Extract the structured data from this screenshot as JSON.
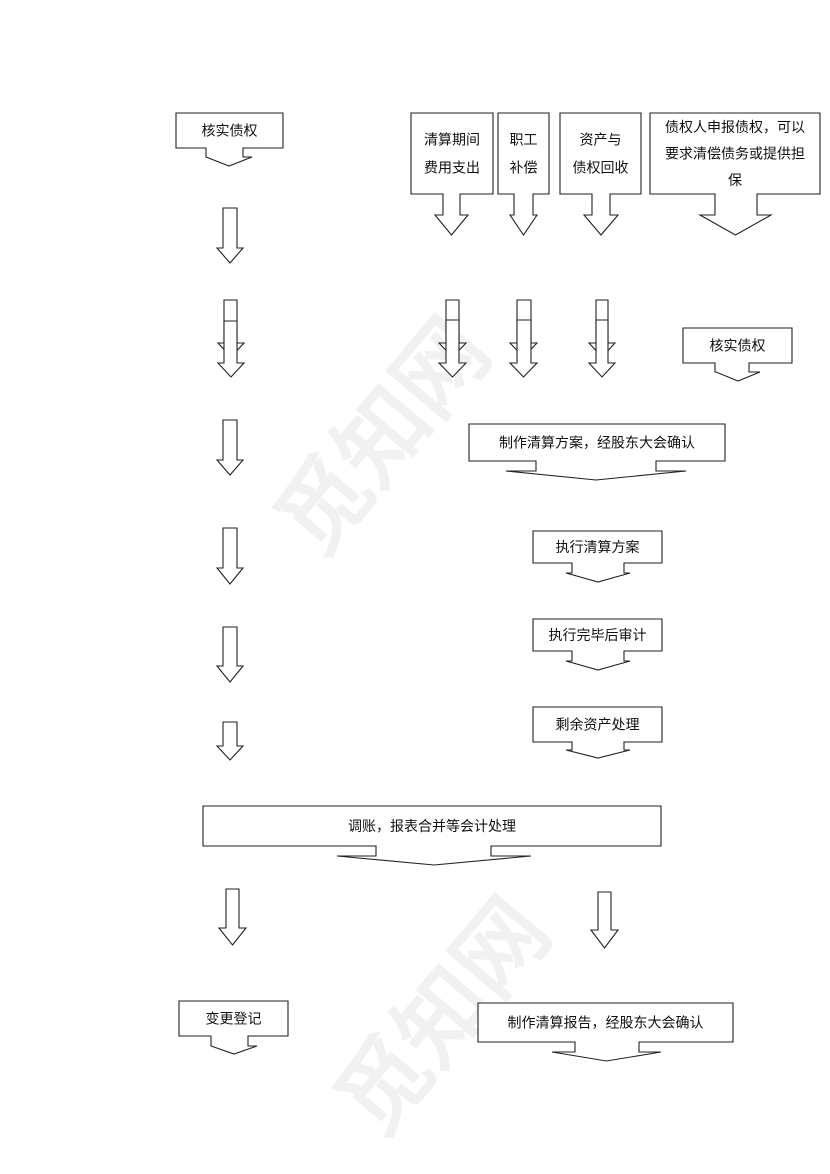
{
  "watermark": "觅知网",
  "colors": {
    "stroke": "#222222",
    "fill": "#ffffff",
    "text": "#111111"
  },
  "nodes": {
    "verify_left": [
      "核实债权"
    ],
    "expense": [
      "清算期间",
      "费用支出"
    ],
    "staff": [
      "职工",
      "补偿"
    ],
    "assets": [
      "资产与",
      "债权回收"
    ],
    "creditor": [
      "债权人申报债权，可以",
      "要求清偿债务或提供担",
      "保"
    ],
    "verify_right": [
      "核实债权"
    ],
    "plan": [
      "制作清算方案，经股东大会确认"
    ],
    "execute": [
      "执行清算方案"
    ],
    "audit": [
      "执行完毕后审计"
    ],
    "remaining": [
      "剩余资产处理"
    ],
    "accounting": [
      "调账，报表合并等会计处理"
    ],
    "registration": [
      "变更登记"
    ],
    "report": [
      "制作清算报告，经股东大会确认"
    ]
  }
}
